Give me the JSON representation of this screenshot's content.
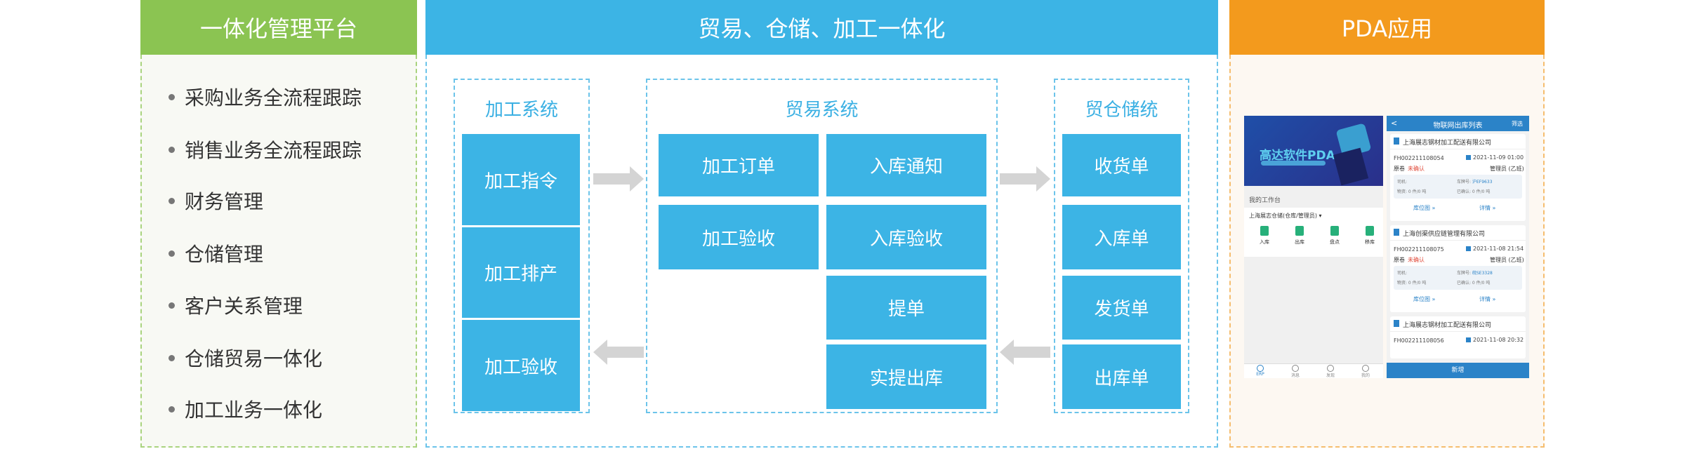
{
  "colors": {
    "green": "#8bc452",
    "blue": "#3cb4e5",
    "orange": "#f39a1d"
  },
  "left": {
    "title": "一体化管理平台",
    "items": [
      "采购业务全流程跟踪",
      "销售业务全流程跟踪",
      "财务管理",
      "仓储管理",
      "客户关系管理",
      "仓储贸易一体化",
      "加工业务一体化"
    ]
  },
  "middle": {
    "title": "贸易、仓储、加工一体化",
    "processing": {
      "title": "加工系统",
      "items": [
        "加工指令",
        "加工排产",
        "加工验收"
      ]
    },
    "trade": {
      "title": "贸易系统",
      "left_items": [
        "加工订单",
        "加工验收"
      ],
      "right_items": [
        "入库通知",
        "入库验收",
        "提单",
        "实提出库"
      ]
    },
    "warehouse": {
      "title": "贸仓储统",
      "items": [
        "收货单",
        "入库单",
        "发货单",
        "出库单"
      ]
    }
  },
  "right": {
    "title": "PDA应用",
    "home": {
      "banner_title": "高达软件PDA",
      "workbench": "我的工作台",
      "warehouse_select": "上海展志仓储(仓库/管理员)",
      "actions": [
        "入库",
        "出库",
        "盘点",
        "移库"
      ],
      "tabs": [
        "ERP",
        "消息",
        "发现",
        "我的"
      ]
    },
    "list": {
      "title": "物联网出库列表",
      "back": "<",
      "filter": "筛选",
      "add_button": "新增",
      "records": [
        {
          "company": "上海展志钢材加工配送有限公司",
          "no": "FH002211108054",
          "date": "2021-11-09 01:00",
          "type": "原卷",
          "status": "未确认",
          "operator": "管理员 (乙班)",
          "driver": "司机:",
          "plate_label": "车牌号:",
          "plate": "沪EF9633",
          "goods": "物资: 0 件/0 吨",
          "confirmed": "已确认: 0 件/0 吨",
          "map": "库位图 »",
          "detail": "详情 »"
        },
        {
          "company": "上海创渠供应链管理有限公司",
          "no": "FH002211108075",
          "date": "2021-11-08 21:54",
          "type": "原卷",
          "status": "未确认",
          "operator": "管理员 (乙班)",
          "driver": "司机:",
          "plate_label": "车牌号:",
          "plate": "皖SE3328",
          "goods": "物资: 0 件/0 吨",
          "confirmed": "已确认: 0 件/0 吨",
          "map": "库位图 »",
          "detail": "详情 »"
        },
        {
          "company": "上海展志钢材加工配送有限公司",
          "no": "FH002211108056",
          "date": "2021-11-08 20:32"
        }
      ]
    }
  }
}
